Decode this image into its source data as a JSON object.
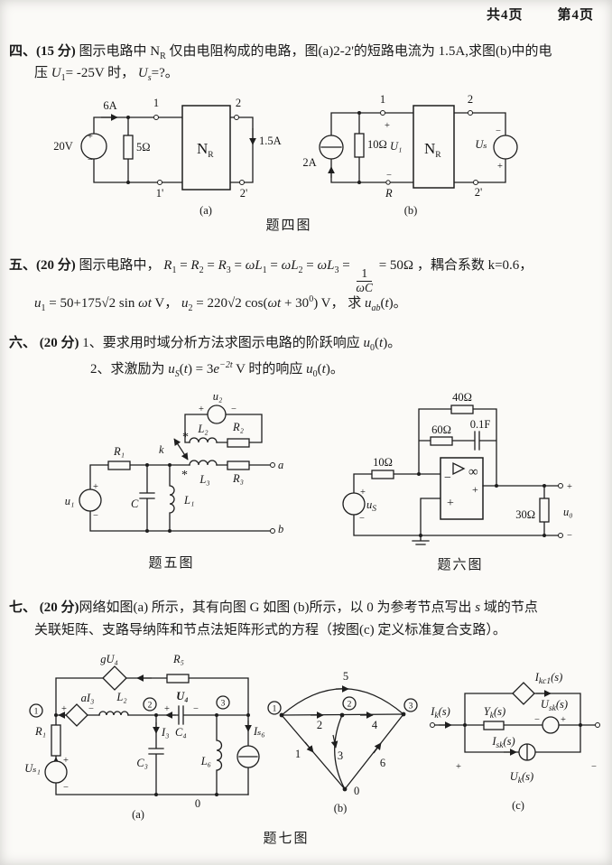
{
  "header": {
    "pages": "共4页",
    "page": "第4页"
  },
  "sym": {
    "plus": "+",
    "minus": "−",
    "star": "*",
    "inf": "∞",
    "zero": "0"
  },
  "q4": {
    "label": "四、",
    "score": "(15 分) ",
    "line1": [
      {
        "t": "图示电路中 "
      },
      {
        "t": "N"
      },
      {
        "t": "R",
        "s": "sub"
      },
      {
        "t": " 仅由电阻构成的电路，图(a)2-2'的短路电流为 1.5A,求图(b)中的电"
      }
    ],
    "line2": [
      {
        "t": "压 "
      },
      {
        "t": "U",
        "i": 1
      },
      {
        "t": "1",
        "s": "sub"
      },
      {
        "t": "= -25V 时， "
      },
      {
        "t": "U",
        "i": 1
      },
      {
        "t": "s",
        "s": "sub",
        "i": 1
      },
      {
        "t": "=?。"
      }
    ],
    "caption": "题四图",
    "tag_a": "(a)",
    "tag_b": "(b)",
    "figa": {
      "i6": "6A",
      "n1": "1",
      "n2": "2",
      "v20": "20V",
      "r5": "5Ω",
      "nr_b": "N",
      "nr_s": "R",
      "i15": "1.5A",
      "n1p": "1'",
      "n2p": "2'"
    },
    "figb": {
      "n1": "1",
      "n2": "2",
      "i2": "2A",
      "r10": "10Ω",
      "u1": "U₁",
      "rl": "R",
      "nr_b": "N",
      "nr_s": "R",
      "us": "Uₛ",
      "n2p": "2'"
    }
  },
  "q5": {
    "label": "五、",
    "score": "(20 分) ",
    "line1": [
      {
        "t": "图示电路中， "
      },
      {
        "t": "R",
        "i": 1
      },
      {
        "t": "1",
        "s": "sub"
      },
      {
        "t": " = "
      },
      {
        "t": "R",
        "i": 1
      },
      {
        "t": "2",
        "s": "sub"
      },
      {
        "t": " = "
      },
      {
        "t": "R",
        "i": 1
      },
      {
        "t": "3",
        "s": "sub"
      },
      {
        "t": " = "
      },
      {
        "t": "ωL",
        "i": 1
      },
      {
        "t": "1",
        "s": "sub"
      },
      {
        "t": " = "
      },
      {
        "t": "ωL",
        "i": 1
      },
      {
        "t": "2",
        "s": "sub"
      },
      {
        "t": " = "
      },
      {
        "t": "ωL",
        "i": 1
      },
      {
        "t": "3",
        "s": "sub"
      },
      {
        "t": " = "
      },
      {
        "f": 1,
        "n": "1",
        "d": "ωC"
      },
      {
        "t": " = 50Ω ，耦合系数 k=0.6，"
      }
    ],
    "line2": [
      {
        "t": "u",
        "i": 1
      },
      {
        "t": "1",
        "s": "sub"
      },
      {
        "t": " = 50+175"
      },
      {
        "t": "√2"
      },
      {
        "t": " sin "
      },
      {
        "t": "ωt",
        "i": 1
      },
      {
        "t": " V，  "
      },
      {
        "t": "u",
        "i": 1
      },
      {
        "t": "2",
        "s": "sub"
      },
      {
        "t": " = 220"
      },
      {
        "t": "√2"
      },
      {
        "t": " cos("
      },
      {
        "t": "ωt",
        "i": 1
      },
      {
        "t": " + 30"
      },
      {
        "t": "0",
        "s": "sup"
      },
      {
        "t": ")  V， 求 "
      },
      {
        "t": "u",
        "i": 1
      },
      {
        "t": "ab",
        "s": "sub",
        "i": 1
      },
      {
        "t": "("
      },
      {
        "t": "t",
        "i": 1
      },
      {
        "t": ")。"
      }
    ],
    "caption": "题五图",
    "fig": {
      "u2": "u₂",
      "l2": "L₂",
      "r2": "R₂",
      "k": "k",
      "r1": "R₁",
      "l3": "L₃",
      "r3": "R₃",
      "a": "a",
      "u1": "u₁",
      "c": "C",
      "l1": "L₁",
      "b": "b"
    }
  },
  "q6": {
    "label": "六、 ",
    "score": "(20 分) ",
    "line1": [
      {
        "t": "1、要求用时域分析方法求图示电路的阶跃响应 "
      },
      {
        "t": "u",
        "i": 1
      },
      {
        "t": "0",
        "s": "sub"
      },
      {
        "t": "("
      },
      {
        "t": "t",
        "i": 1
      },
      {
        "t": ")。"
      }
    ],
    "line2": [
      {
        "t": "2、求激励为 "
      },
      {
        "t": "u",
        "i": 1
      },
      {
        "t": "S",
        "s": "sub",
        "i": 1
      },
      {
        "t": "("
      },
      {
        "t": "t",
        "i": 1
      },
      {
        "t": ") = 3"
      },
      {
        "t": "e",
        "i": 1
      },
      {
        "t": "−2t",
        "s": "sup",
        "i": 1
      },
      {
        "t": " V 时的响应 "
      },
      {
        "t": "u",
        "i": 1
      },
      {
        "t": "0",
        "s": "sub"
      },
      {
        "t": "("
      },
      {
        "t": "t",
        "i": 1
      },
      {
        "t": ")。"
      }
    ],
    "caption": "题六图",
    "fig": {
      "r40": "40Ω",
      "r60": "60Ω",
      "c01": "0.1F",
      "r10": "10Ω",
      "us_b": "u",
      "us_s": "S",
      "r30": "30Ω",
      "u0": "u₀"
    }
  },
  "q7": {
    "label": "七、 ",
    "score": "(20 分)",
    "line1": [
      {
        "t": "网络如图(a) 所示，其有向图 G 如图 (b)所示，以 0 为参考节点写出 "
      },
      {
        "t": "s",
        "i": 1
      },
      {
        "t": " 域的节点"
      }
    ],
    "line2": [
      {
        "t": "关联矩阵、支路导纳阵和节点法矩阵形式的方程（按图(c) 定义标准复合支路）。"
      }
    ],
    "caption": "题七图",
    "tag_a": "(a)",
    "tag_b": "(b)",
    "tag_c": "(c)",
    "figa": {
      "gu4": "gU₄",
      "r5": "R₅",
      "ai3": "aI₃",
      "l2": "L₂",
      "u4": "U₄",
      "c4": "C₄",
      "i3": "I₃",
      "r1": "R₁",
      "us1": "Uₛ₁",
      "c3": "C₃",
      "l6": "L₆",
      "is6": "Iₛ₆",
      "n0": "0",
      "node1": "1",
      "node2": "2",
      "node3": "3"
    },
    "figb": {
      "e1": "1",
      "e2": "2",
      "e3": "3",
      "e4": "4",
      "e5": "5",
      "e6": "6",
      "n0": "0",
      "node1": "1",
      "node2": "2",
      "node3": "3"
    },
    "figc": {
      "ikc": {
        "b": "I",
        "s": "kc1",
        "r": "(s)"
      },
      "ik": {
        "b": "I",
        "s": "k",
        "r": "(s)"
      },
      "yk": {
        "b": "Y",
        "s": "k",
        "r": "(s)"
      },
      "usk": {
        "b": "U",
        "s": "sk",
        "r": "(s)"
      },
      "isk": {
        "b": "I",
        "s": "sk",
        "r": "(s)"
      },
      "uk": {
        "b": "U",
        "s": "k",
        "r": "(s)"
      }
    }
  }
}
